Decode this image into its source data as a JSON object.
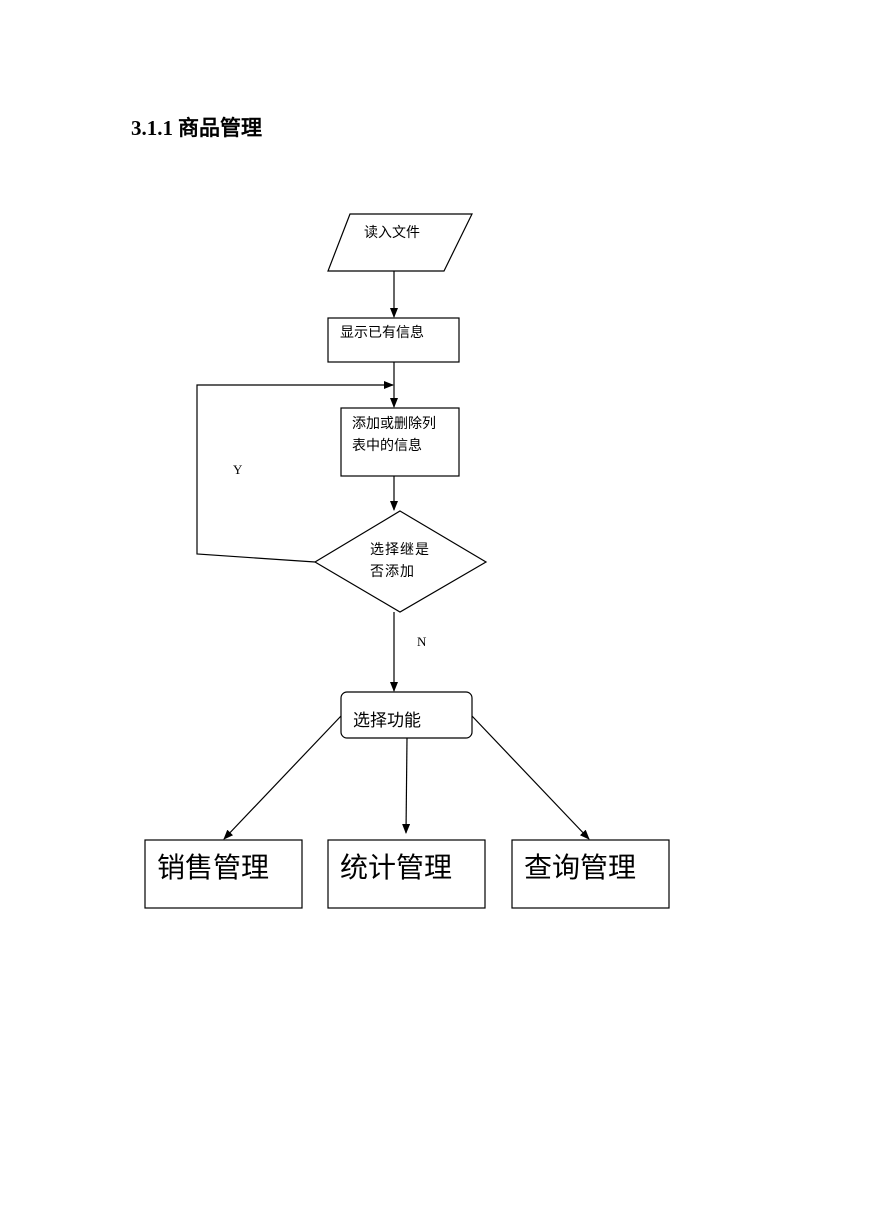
{
  "heading": {
    "number": "3.1.1",
    "title": "商品管理"
  },
  "flowchart": {
    "read_file": "读入文件",
    "show_info": "显示已有信息",
    "edit_list": {
      "line1": "添加或删除列",
      "line2": "表中的信息"
    },
    "decision": {
      "line1": "选择继是",
      "line2": "否添加"
    },
    "yes_label": "Y",
    "no_label": "N",
    "select_function": "选择功能",
    "modules": {
      "sales": "销售管理",
      "stats": "统计管理",
      "query": "查询管理"
    }
  }
}
